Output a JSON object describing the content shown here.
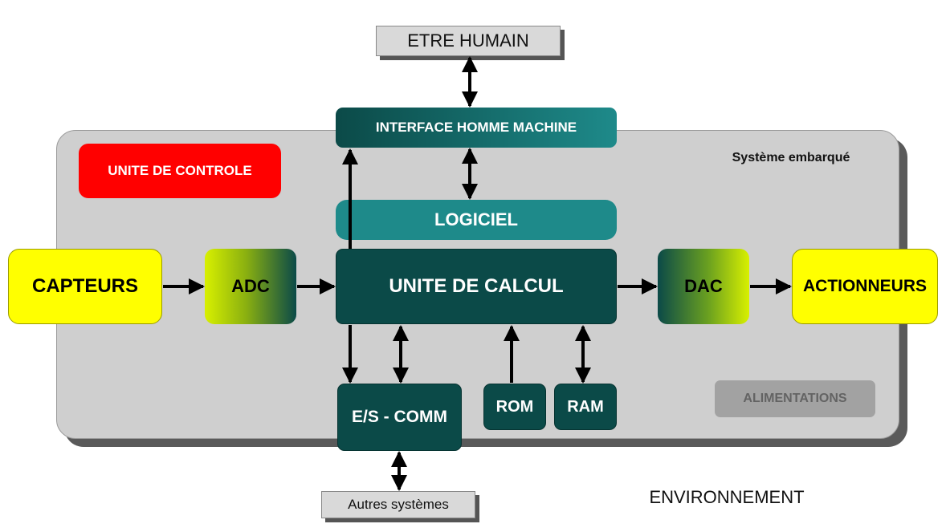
{
  "external": {
    "human": "ETRE HUMAIN",
    "other_systems": "Autres systèmes",
    "environment": "ENVIRONNEMENT"
  },
  "system": {
    "label": "Système embarqué"
  },
  "blocks": {
    "hmi": "INTERFACE HOMME MACHINE",
    "software": "LOGICIEL",
    "cpu": "UNITE DE CALCUL",
    "control_unit": "UNITE DE CONTROLE",
    "sensors": "CAPTEURS",
    "adc": "ADC",
    "dac": "DAC",
    "actuators": "ACTIONNEURS",
    "io_comm": "E/S - COMM",
    "rom": "ROM",
    "ram": "RAM",
    "power": "ALIMENTATIONS"
  },
  "colors": {
    "teal_dark": "#0b4a48",
    "teal_light": "#1e8a8a",
    "yellow": "#ffff00",
    "red": "#ff0000",
    "system_bg": "#cfcfcf",
    "arrow": "#000000"
  }
}
